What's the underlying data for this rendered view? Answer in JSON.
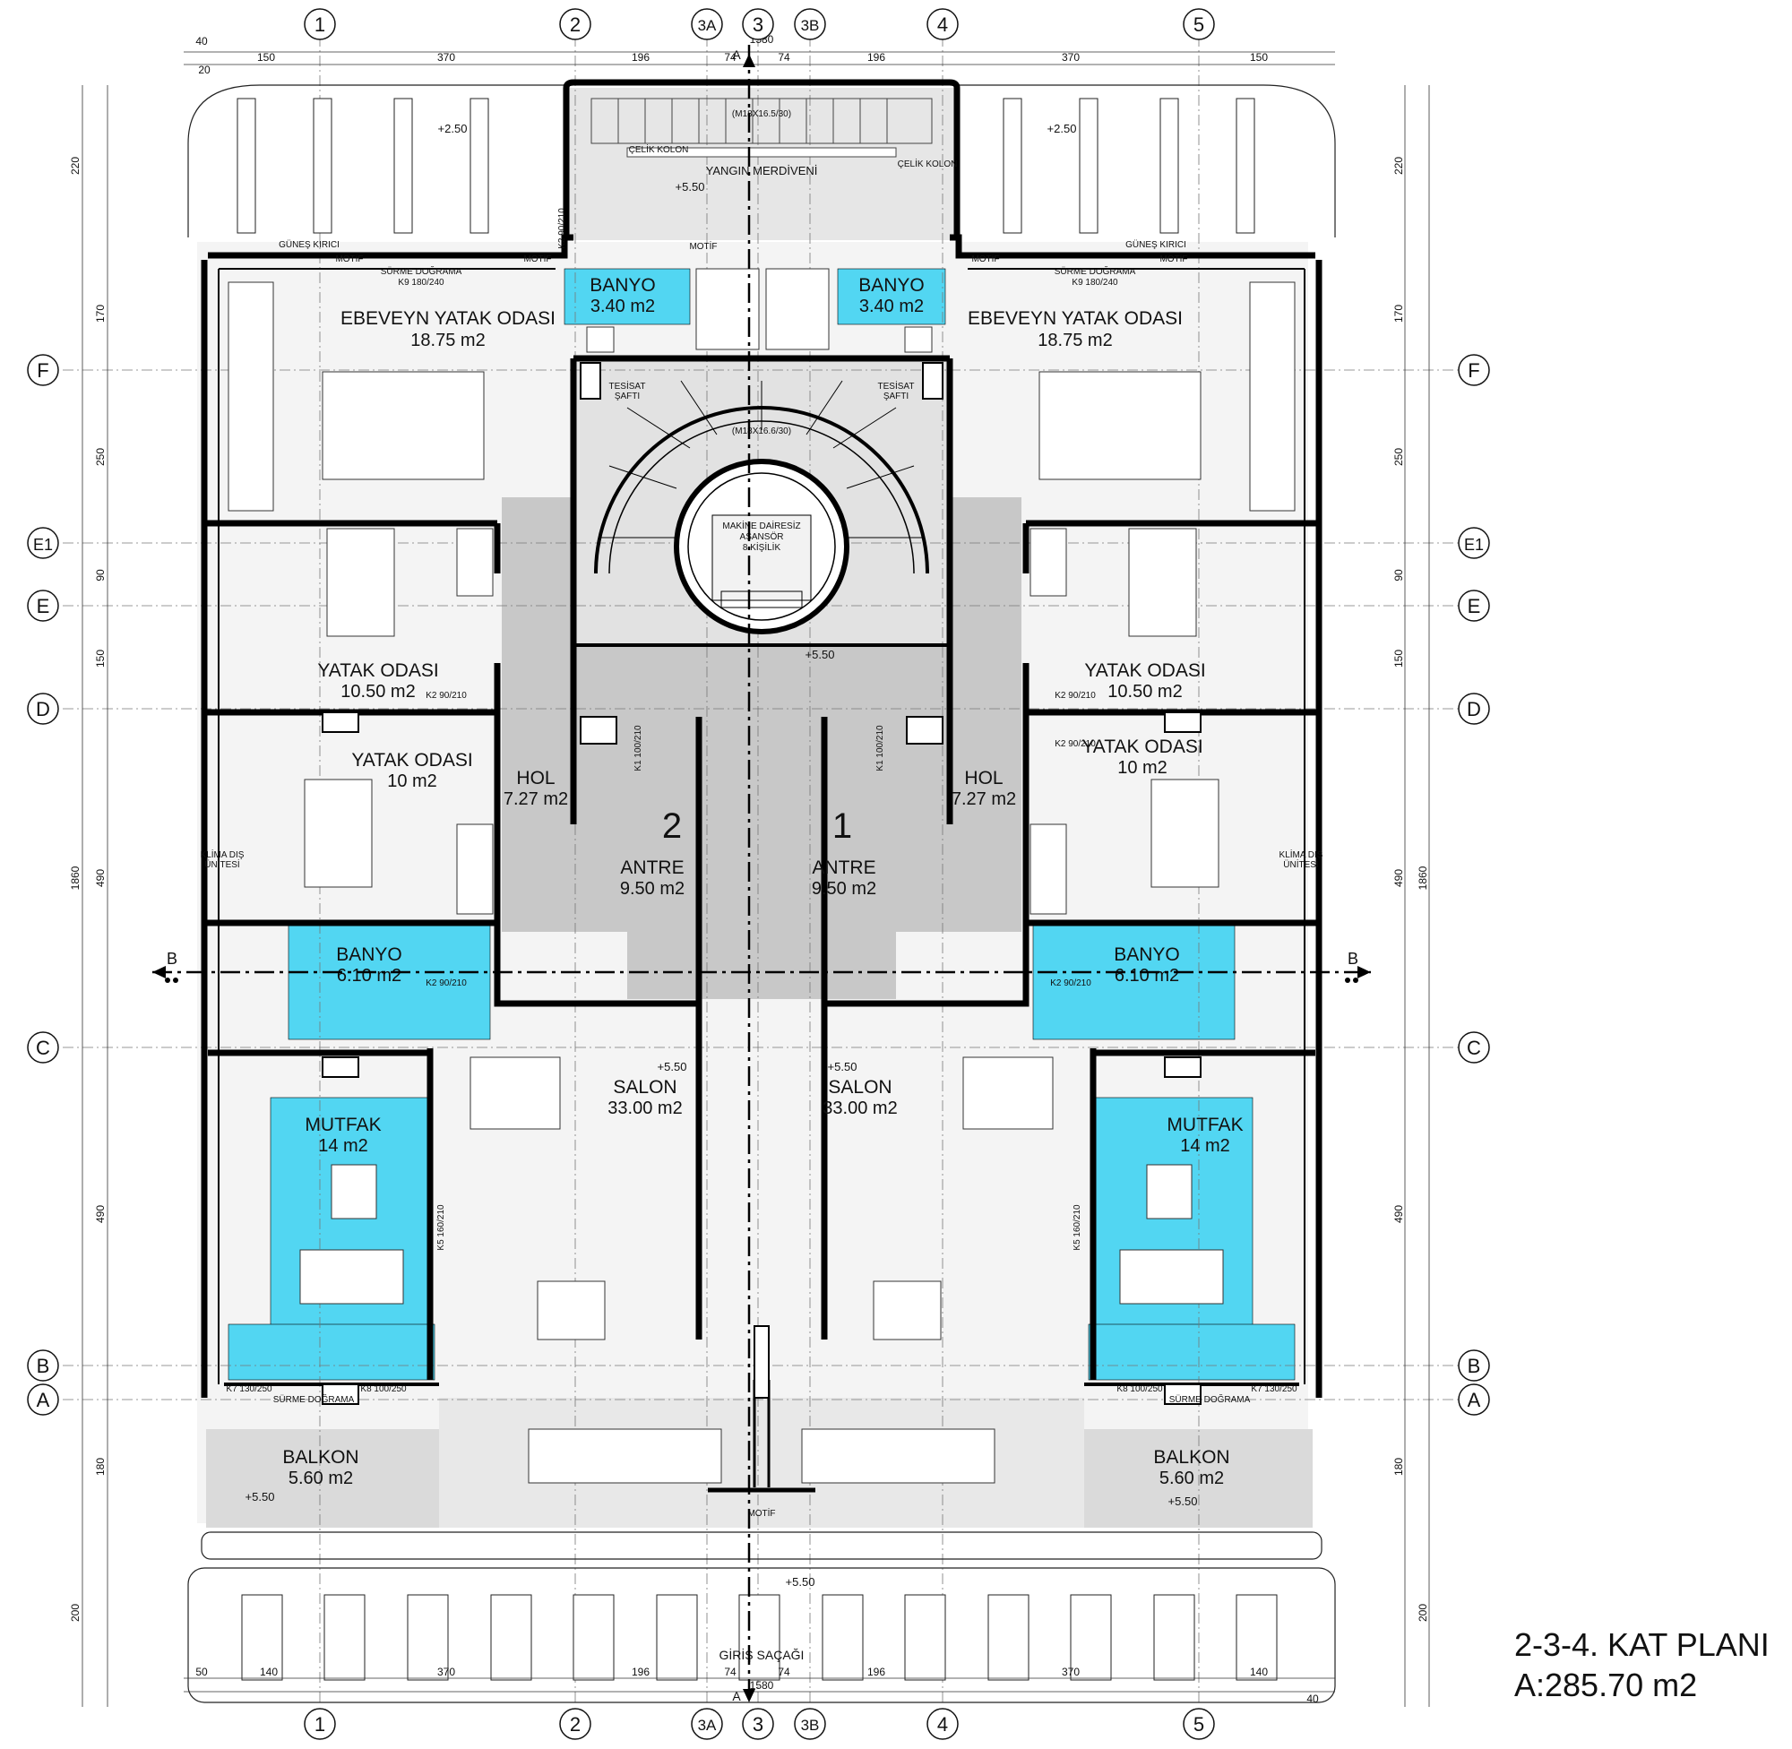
{
  "title": {
    "line1": "2-3-4. KAT PLANI",
    "line2": "A:285.70 m2"
  },
  "grid_columns": [
    "1",
    "2",
    "3A",
    "3",
    "3B",
    "4",
    "5"
  ],
  "grid_rows": [
    "F",
    "E1",
    "E",
    "D",
    "C",
    "B",
    "A"
  ],
  "section_marks": {
    "h": "B",
    "v": "A"
  },
  "dims_top": {
    "total": "1580",
    "segments": [
      "150",
      "370",
      "196",
      "74",
      "74",
      "196",
      "370",
      "150"
    ],
    "edge1": "40",
    "edge2": "20"
  },
  "dims_bottom": {
    "total": "1580",
    "segments": [
      "140",
      "370",
      "196",
      "74",
      "74",
      "196",
      "370",
      "140"
    ],
    "edge1": "50",
    "edge2": "40"
  },
  "dims_left": {
    "total": "1860",
    "segments": [
      "220",
      "170",
      "250",
      "90",
      "150",
      "490",
      "490",
      "180",
      "200"
    ]
  },
  "dims_right": {
    "total": "1860",
    "segments": [
      "220",
      "170",
      "250",
      "90",
      "150",
      "490",
      "490",
      "180",
      "200"
    ]
  },
  "rooms": [
    {
      "name": "EBEVEYN YATAK ODASI",
      "area": "18.75 m2"
    },
    {
      "name": "EBEVEYN YATAK ODASI",
      "area": "18.75 m2"
    },
    {
      "name": "BANYO",
      "area": "3.40 m2"
    },
    {
      "name": "BANYO",
      "area": "3.40 m2"
    },
    {
      "name": "YATAK ODASI",
      "area": "10.50 m2"
    },
    {
      "name": "YATAK ODASI",
      "area": "10.50 m2"
    },
    {
      "name": "YATAK ODASI",
      "area": "10 m2"
    },
    {
      "name": "YATAK ODASI",
      "area": "10 m2"
    },
    {
      "name": "HOL",
      "area": "7.27 m2"
    },
    {
      "name": "HOL",
      "area": "7.27 m2"
    },
    {
      "name": "ANTRE",
      "area": "9.50 m2"
    },
    {
      "name": "ANTRE",
      "area": "9.50 m2"
    },
    {
      "name": "BANYO",
      "area": "6.10 m2"
    },
    {
      "name": "BANYO",
      "area": "6.10 m2"
    },
    {
      "name": "MUTFAK",
      "area": "14 m2"
    },
    {
      "name": "MUTFAK",
      "area": "14 m2"
    },
    {
      "name": "SALON",
      "area": "33.00 m2"
    },
    {
      "name": "SALON",
      "area": "33.00 m2"
    },
    {
      "name": "BALKON",
      "area": "5.60 m2"
    },
    {
      "name": "BALKON",
      "area": "5.60 m2"
    }
  ],
  "labels": {
    "fire_stair": "YANGIN MERDİVENİ",
    "stair_spec_top": "(M18X16.5/30)",
    "stair_spec_mid": "(M18X16.6/30)",
    "steel_column": "ÇELİK KOLON",
    "elevator_1": "MAKİNE DAİRESİZ",
    "elevator_2": "ASANSÖR",
    "elevator_3": "8 KİŞİLİK",
    "shaft_1": "TESİSAT",
    "shaft_2": "ŞAFTI",
    "entrance_canopy": "GİRİŞ SAÇAĞI",
    "motif": "MOTİF",
    "sun_breaker": "GÜNEŞ KIRICI",
    "ac_unit_1": "KLİMA DIŞ",
    "ac_unit_2": "ÜNİTESİ",
    "flat_1": "1",
    "flat_2": "2"
  },
  "levels": [
    "+2.50",
    "+2.50",
    "+5.50",
    "+5.50",
    "+5.50",
    "+5.50",
    "+5.50",
    "+5.50",
    "+5.50"
  ],
  "doors": [
    "K2 90/210",
    "K2 90/210",
    "K2 90/210",
    "K2 90/210",
    "K2 90/210",
    "K2 90/210",
    "K5 160/210",
    "K5 160/210",
    "K1 100/210",
    "K1 100/210"
  ],
  "windows": [
    "K9 180/240",
    "K9 180/240",
    "K7 130/250",
    "K8 100/250",
    "K8 100/250",
    "K7 130/250"
  ],
  "window_type": "SÜRME DOĞRAMA",
  "colors": {
    "wet_area": "#52d6f2",
    "circulation": "#c8c8c8",
    "wall": "#000000",
    "floor_tint": "#ececec",
    "balcony": "#dadada"
  }
}
